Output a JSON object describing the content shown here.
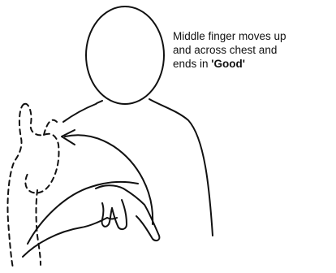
{
  "caption": {
    "line1": "Middle finger moves up",
    "line2": "and across chest and",
    "line3_prefix": "ends in ",
    "emphasis": "'Good'"
  },
  "colors": {
    "ink": "#111111",
    "background": "#ffffff"
  },
  "icons": {
    "motion_arrow": "curved-arrow-icon"
  }
}
